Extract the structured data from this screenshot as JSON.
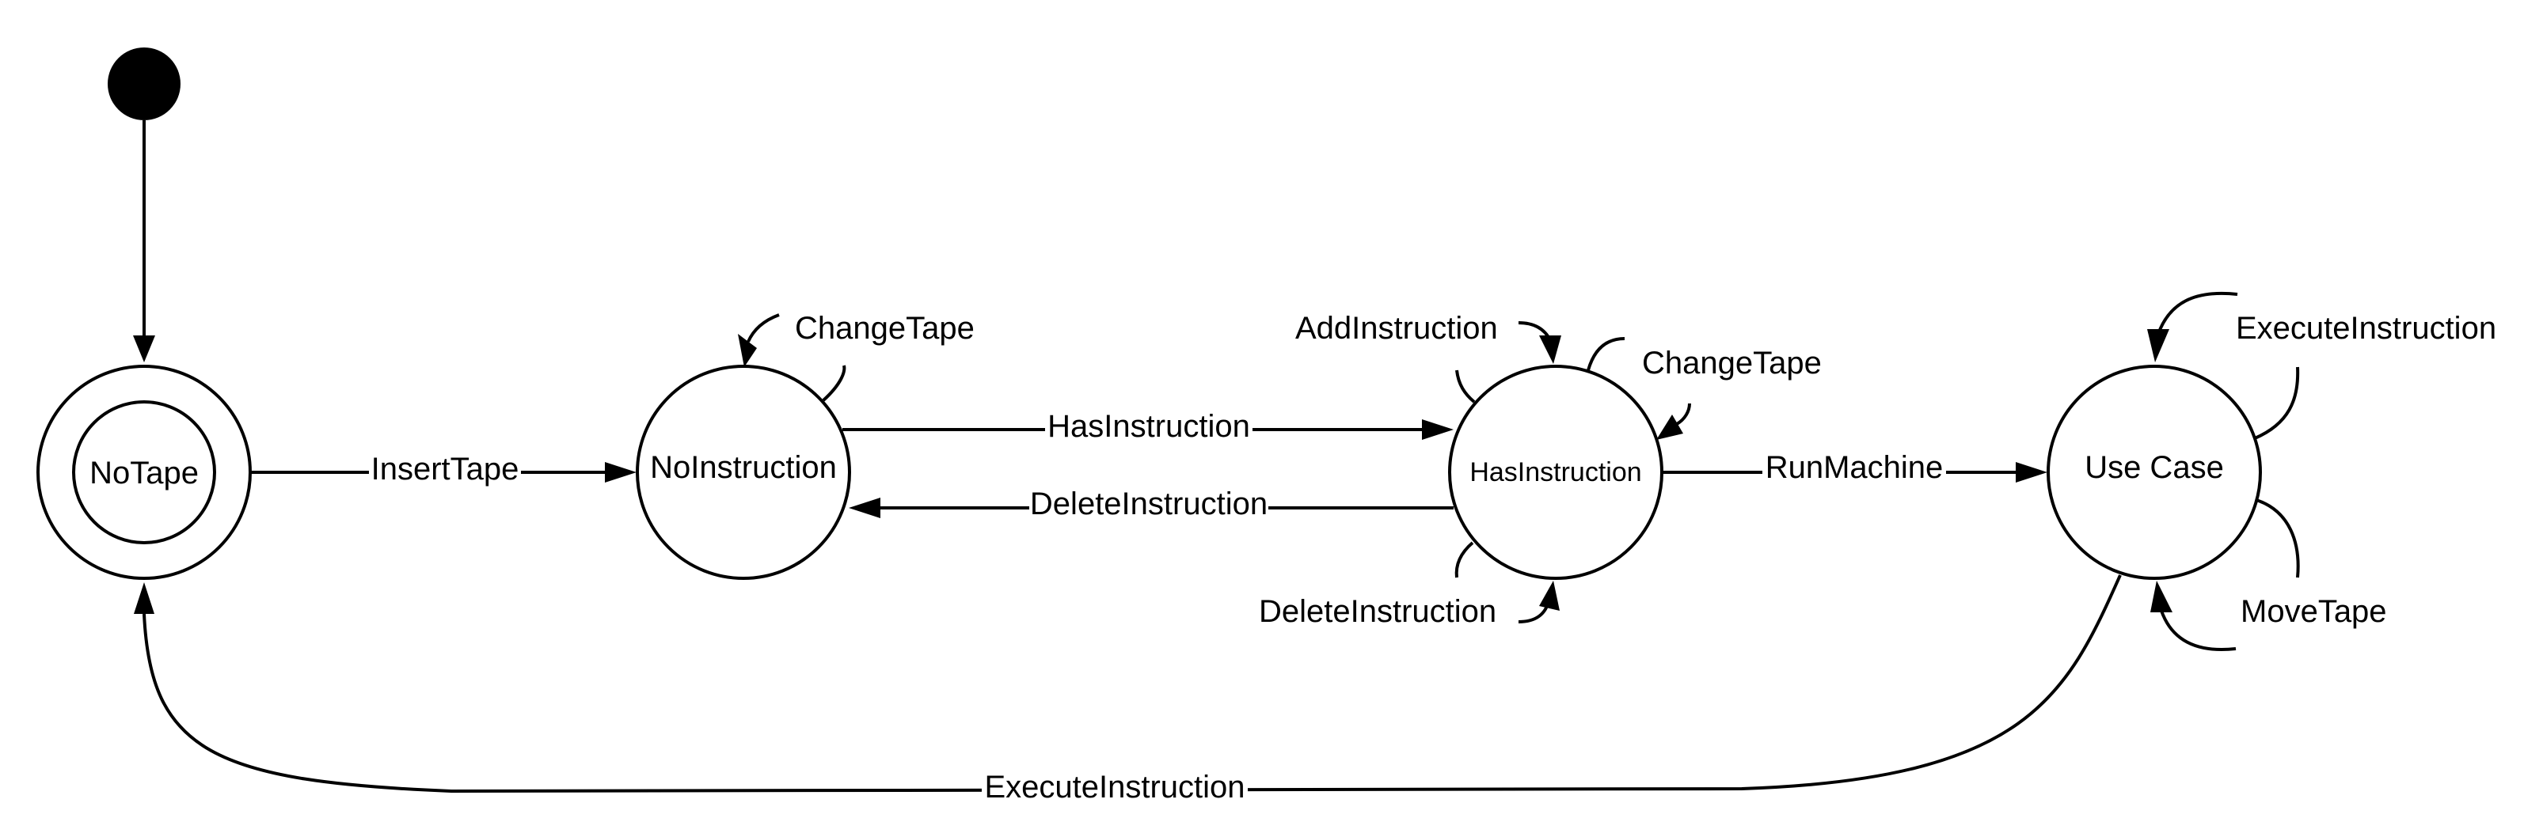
{
  "states": {
    "no_tape": "NoTape",
    "no_instruction": "NoInstruction",
    "has_instruction": "HasInstruction",
    "use_case": "Use Case"
  },
  "transitions": {
    "insert_tape": "InsertTape",
    "has_instruction": "HasInstruction",
    "delete_instruction_back": "DeleteInstruction",
    "run_machine": "RunMachine",
    "execute_instruction_return": "ExecuteInstruction",
    "change_tape_noinstruction": "ChangeTape",
    "add_instruction_self": "AddInstruction",
    "change_tape_hasinstruction": "ChangeTape",
    "delete_instruction_self": "DeleteInstruction",
    "execute_instruction_self": "ExecuteInstruction",
    "move_tape_self": "MoveTape"
  }
}
